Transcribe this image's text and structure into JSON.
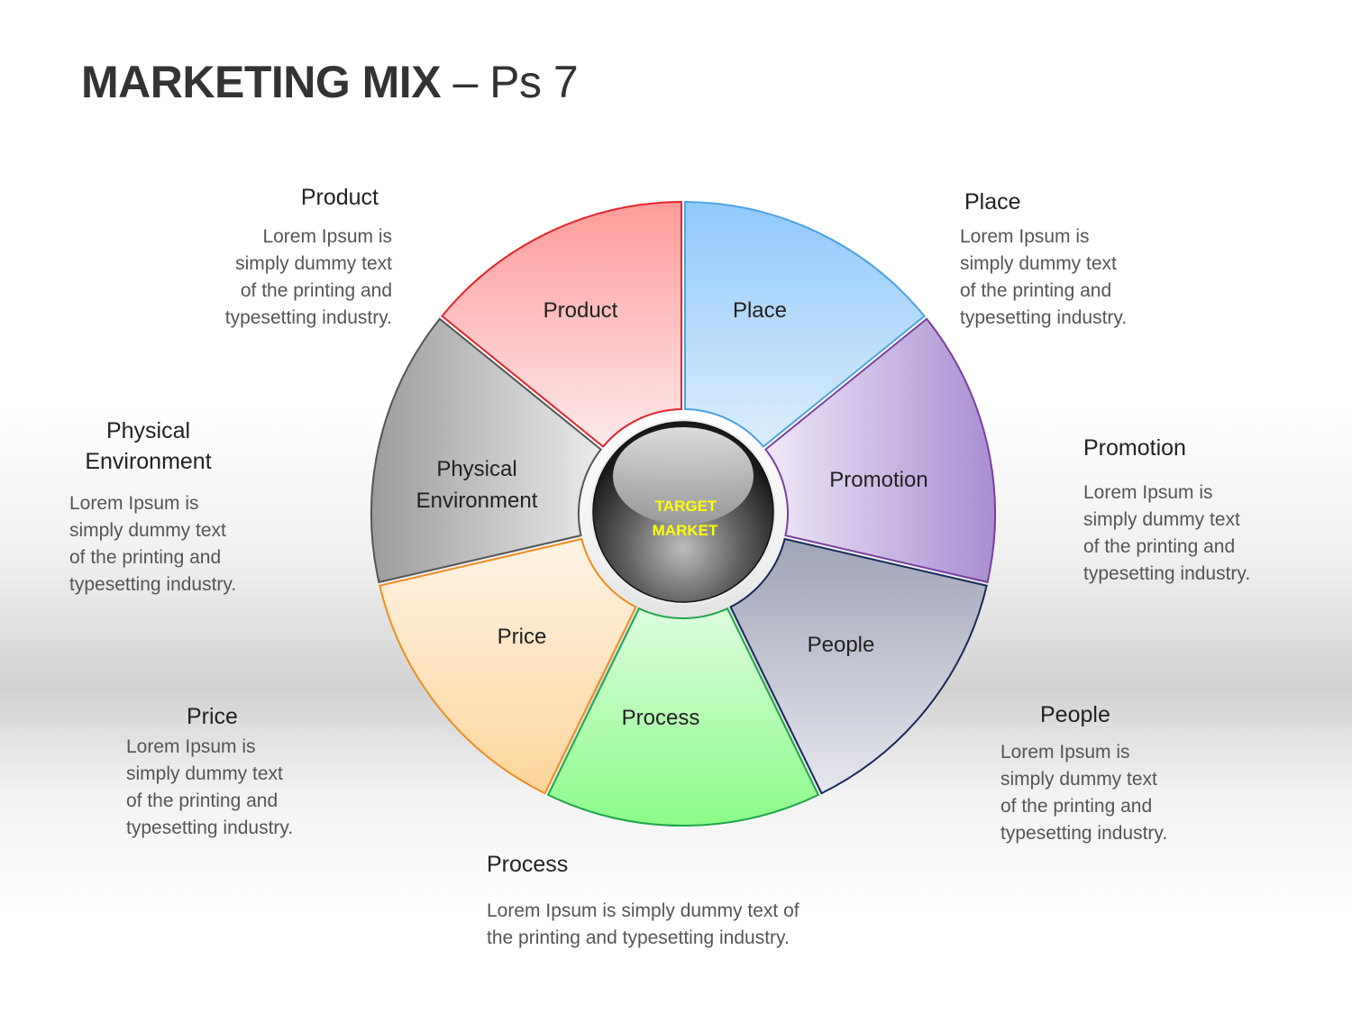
{
  "title": {
    "bold": "MARKETING MIX",
    "dash": " – ",
    "rest": "Ps 7"
  },
  "center": {
    "line1": "TARGET",
    "line2": "MARKET",
    "text_color": "#ffff00"
  },
  "segments": [
    {
      "id": "product",
      "label": "Product",
      "top_color": "#fe9a9a",
      "bottom_color": "#fde9ea",
      "stroke": "#e3262a"
    },
    {
      "id": "place",
      "label": "Place",
      "top_color": "#90c9fb",
      "bottom_color": "#dcedfc",
      "stroke": "#4aa3e6"
    },
    {
      "id": "promotion",
      "label": "Promotion",
      "top_color": "#a98dd1",
      "bottom_color": "#efe8f8",
      "stroke": "#7a3fa1"
    },
    {
      "id": "people",
      "label": "People",
      "top_color": "#a0a4b8",
      "bottom_color": "#e6e7ee",
      "stroke": "#142a5a"
    },
    {
      "id": "process",
      "label": "Process",
      "top_color": "#dcfddd",
      "bottom_color": "#8cfb89",
      "stroke": "#1fa64a"
    },
    {
      "id": "price",
      "label": "Price",
      "top_color": "#fff3e5",
      "bottom_color": "#fdd59b",
      "stroke": "#f08c1c"
    },
    {
      "id": "physical-environment",
      "label_line1": "Physical",
      "label_line2": "Environment",
      "top_color": "#9c9c9c",
      "bottom_color": "#eaeaea",
      "stroke": "#555555"
    }
  ],
  "callouts": {
    "product": {
      "heading": "Product",
      "body": [
        "Lorem Ipsum is",
        "simply dummy text",
        "of the printing and",
        "typesetting industry."
      ]
    },
    "place": {
      "heading": "Place",
      "body": [
        "Lorem Ipsum is",
        "simply dummy text",
        "of the printing and",
        "typesetting industry."
      ]
    },
    "promotion": {
      "heading": "Promotion",
      "body": [
        "Lorem Ipsum is",
        "simply dummy text",
        "of the printing and",
        "typesetting industry."
      ]
    },
    "people": {
      "heading": "People",
      "body": [
        "Lorem Ipsum is",
        "simply dummy text",
        "of the printing and",
        "typesetting industry."
      ]
    },
    "process": {
      "heading": "Process",
      "body": [
        "Lorem Ipsum is simply dummy text of",
        "the printing and typesetting industry."
      ]
    },
    "price": {
      "heading": "Price",
      "body": [
        "Lorem Ipsum is",
        "simply dummy text",
        "of the printing and",
        "typesetting industry."
      ]
    },
    "physical_environment": {
      "heading_line1": "Physical",
      "heading_line2": "Environment",
      "body": [
        "Lorem Ipsum is",
        "simply dummy text",
        "of the printing and",
        "typesetting industry."
      ]
    }
  }
}
